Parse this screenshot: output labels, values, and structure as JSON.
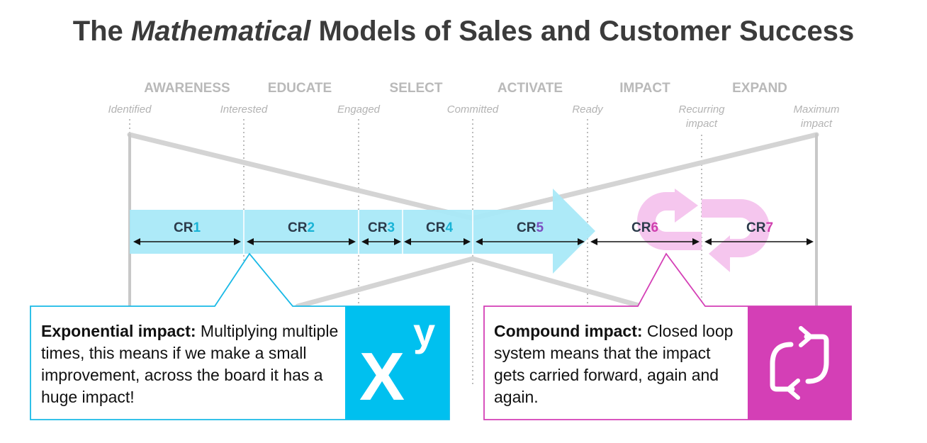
{
  "title": {
    "part1": "The",
    "part2_italic": "Mathematical",
    "part3": "Models of Sales and Customer Success"
  },
  "stages": [
    "AWARENESS",
    "EDUCATE",
    "SELECT",
    "ACTIVATE",
    "IMPACT",
    "EXPAND"
  ],
  "milestones": [
    {
      "lines": [
        "Identified"
      ]
    },
    {
      "lines": [
        "Interested"
      ]
    },
    {
      "lines": [
        "Engaged"
      ]
    },
    {
      "lines": [
        "Committed"
      ]
    },
    {
      "lines": [
        "Ready"
      ]
    },
    {
      "lines": [
        "Recurring",
        "impact"
      ]
    },
    {
      "lines": [
        "Maximum",
        "impact"
      ]
    }
  ],
  "conversion_rates": [
    {
      "prefix": "CR",
      "num": "1"
    },
    {
      "prefix": "CR",
      "num": "2"
    },
    {
      "prefix": "CR",
      "num": "3"
    },
    {
      "prefix": "CR",
      "num": "4"
    },
    {
      "prefix": "CR",
      "num": "5"
    },
    {
      "prefix": "CR",
      "num": "6"
    },
    {
      "prefix": "CR",
      "num": "7"
    }
  ],
  "exponential": {
    "heading": "Exponential impact:",
    "body": " Multiplying multiple times, this means if we make a small improvement, across the board it has a huge impact!",
    "icon": "exponent-icon",
    "icon_base": "X",
    "icon_exp": "y"
  },
  "compound": {
    "heading": "Compound impact:",
    "body": " Closed loop system means that the impact gets carried forward, again and again.",
    "icon": "loop-icon"
  },
  "colors": {
    "cyan": "#00c0ef",
    "cyan_light": "#a9e9f8",
    "magenta": "#d43fb6",
    "magenta_light": "#f5c6ee",
    "gray": "#bdbdbd",
    "cr_cyan_num": "#19b3d6",
    "cr_purple_num": "#7b4ec0",
    "cr_magenta_num": "#cf3fae"
  }
}
